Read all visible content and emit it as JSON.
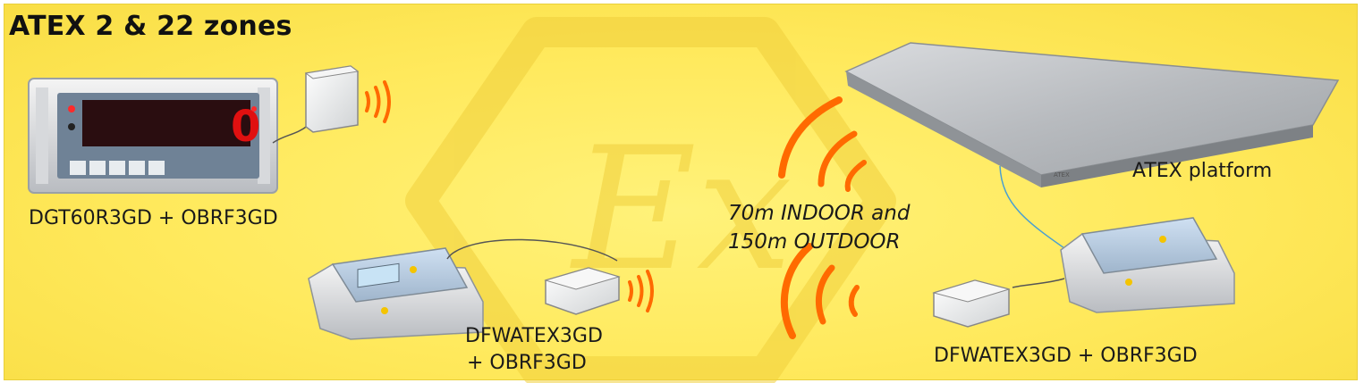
{
  "title": "ATEX 2 & 22 zones",
  "labels": {
    "dgt": "DGT60R3GD + OBRF3GD",
    "dfw_left_line1": "DFWATEX3GD",
    "dfw_left_line2": "+ OBRF3GD",
    "dfw_right": "DFWATEX3GD + OBRF3GD",
    "platform": "ATEX platform",
    "range_line1": "70m INDOOR and",
    "range_line2": "150m OUTDOOR"
  },
  "display_reading": "0",
  "colors": {
    "background": "#ffeb5e",
    "wave": "#ff6a00",
    "digit": "#e01010"
  },
  "icons": [
    "ex-hexagon-watermark-icon",
    "radio-wave-icon",
    "display-unit-icon",
    "radio-module-icon",
    "weighing-indicator-icon",
    "weighing-platform-icon"
  ]
}
